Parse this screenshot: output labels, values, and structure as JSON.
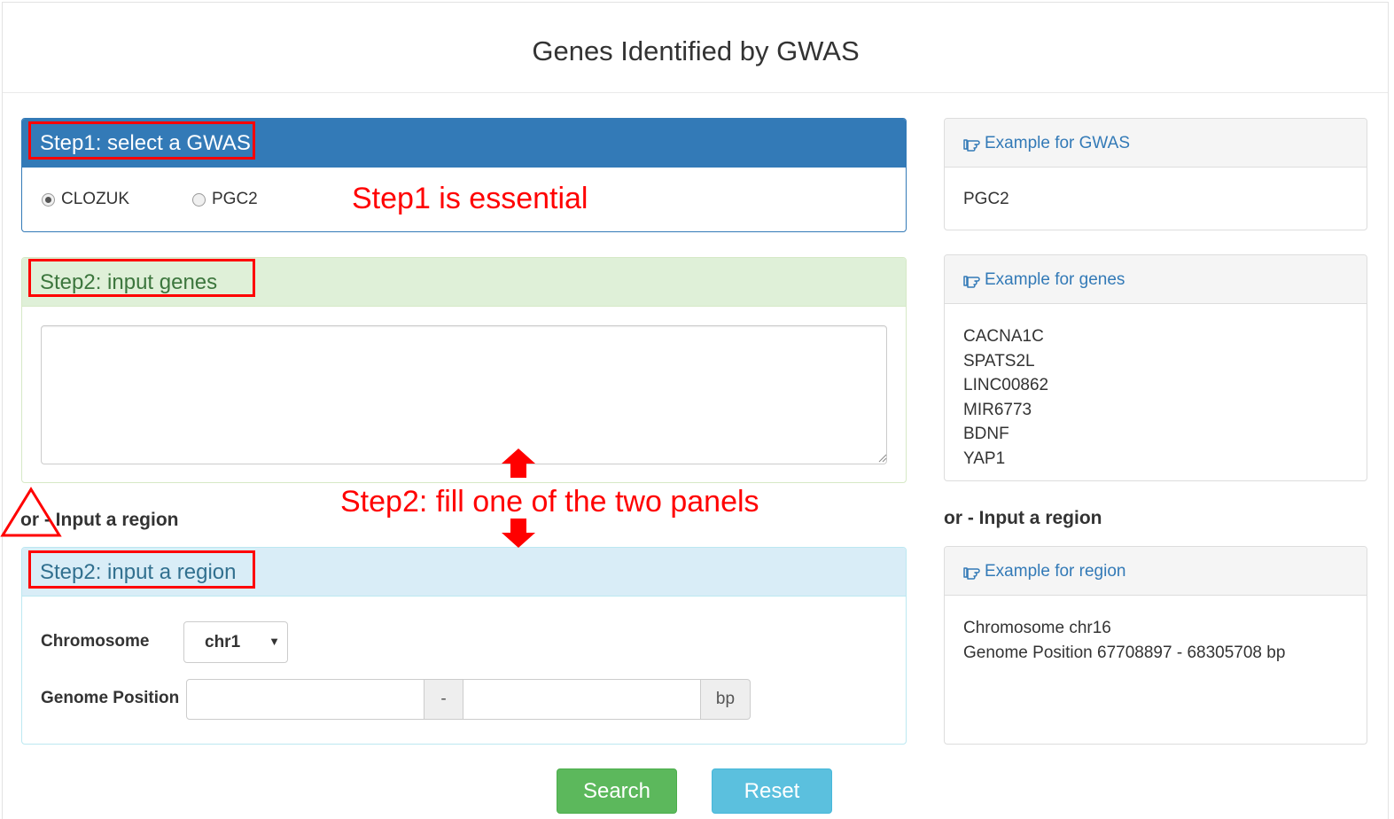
{
  "page": {
    "title": "Genes Identified by GWAS"
  },
  "step1": {
    "title": "Step1: select a GWAS",
    "options": [
      {
        "label": "CLOZUK",
        "checked": true
      },
      {
        "label": "PGC2",
        "checked": false
      }
    ]
  },
  "step2_genes": {
    "title": "Step2: input genes",
    "textarea_value": ""
  },
  "or_region_label": "or - Input a region",
  "step2_region": {
    "title": "Step2: input a region",
    "chromosome_label": "Chromosome",
    "chromosome_value": "chr1",
    "position_label": "Genome Position",
    "separator": "-",
    "unit": "bp",
    "start_value": "",
    "end_value": ""
  },
  "examples": {
    "gwas": {
      "title": "Example for GWAS",
      "lines": [
        "PGC2"
      ]
    },
    "genes": {
      "title": "Example for genes",
      "lines": [
        "CACNA1C",
        "SPATS2L",
        "LINC00862",
        "MIR6773",
        "BDNF",
        "YAP1"
      ]
    },
    "region_label": "or - Input a region",
    "region": {
      "title": "Example for region",
      "lines": [
        "Chromosome chr16",
        "Genome Position 67708897 - 68305708 bp"
      ]
    }
  },
  "buttons": {
    "search": "Search",
    "reset": "Reset"
  },
  "annotations": {
    "step1_note": "Step1 is essential",
    "step2_note": "Step2: fill one of the two panels"
  },
  "colors": {
    "primary": "#337ab7",
    "success_bg": "#dff0d8",
    "info_bg": "#d9edf7",
    "search_btn": "#5cb85c",
    "reset_btn": "#5bc0de",
    "annotation": "#ff0000"
  }
}
